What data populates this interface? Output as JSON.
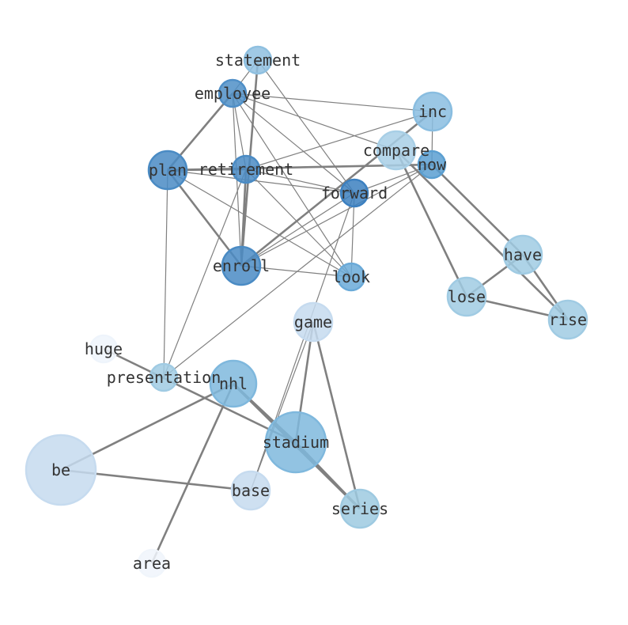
{
  "title": "word co-occurrence network",
  "edge_color": "#808080",
  "label_color": "#333333",
  "nodes": [
    {
      "id": "statement",
      "label": "statement",
      "color": "#8fc0e0"
    },
    {
      "id": "employee",
      "label": "employee",
      "color": "#4f8fc7"
    },
    {
      "id": "inc",
      "label": "inc",
      "color": "#89bde0"
    },
    {
      "id": "compare",
      "label": "compare",
      "color": "#a8cfe6"
    },
    {
      "id": "now",
      "label": "now",
      "color": "#5b9fd1"
    },
    {
      "id": "plan",
      "label": "plan",
      "color": "#4a8bc4"
    },
    {
      "id": "retirement",
      "label": "retirement",
      "color": "#4a8bc4"
    },
    {
      "id": "forward",
      "label": "forward",
      "color": "#3c80c0"
    },
    {
      "id": "enroll",
      "label": "enroll",
      "color": "#4a8bc4"
    },
    {
      "id": "look",
      "label": "look",
      "color": "#6aaad8"
    },
    {
      "id": "have",
      "label": "have",
      "color": "#a0cbe3"
    },
    {
      "id": "lose",
      "label": "lose",
      "color": "#a0cbe3"
    },
    {
      "id": "rise",
      "label": "rise",
      "color": "#a0cbe3"
    },
    {
      "id": "game",
      "label": "game",
      "color": "#c6dbef"
    },
    {
      "id": "huge",
      "label": "huge",
      "color": "#eef4fb"
    },
    {
      "id": "presentation",
      "label": "presentation",
      "color": "#a0cbe3"
    },
    {
      "id": "nhl",
      "label": "nhl",
      "color": "#7fb8dd"
    },
    {
      "id": "stadium",
      "label": "stadium",
      "color": "#7fb8dd"
    },
    {
      "id": "be",
      "label": "be",
      "color": "#c6dbef"
    },
    {
      "id": "base",
      "label": "base",
      "color": "#c6dbef"
    },
    {
      "id": "series",
      "label": "series",
      "color": "#9ecae1"
    },
    {
      "id": "area",
      "label": "area",
      "color": "#f0f5fb"
    }
  ],
  "edges": [
    [
      "statement",
      "employee",
      1
    ],
    [
      "statement",
      "enroll",
      2
    ],
    [
      "statement",
      "forward",
      1
    ],
    [
      "employee",
      "inc",
      1
    ],
    [
      "employee",
      "plan",
      2
    ],
    [
      "employee",
      "retirement",
      1
    ],
    [
      "employee",
      "enroll",
      1
    ],
    [
      "employee",
      "forward",
      1
    ],
    [
      "employee",
      "look",
      1
    ],
    [
      "employee",
      "compare",
      1
    ],
    [
      "inc",
      "retirement",
      1
    ],
    [
      "inc",
      "enroll",
      2
    ],
    [
      "inc",
      "now",
      1
    ],
    [
      "compare",
      "lose",
      2
    ],
    [
      "compare",
      "rise",
      2
    ],
    [
      "now",
      "have",
      2
    ],
    [
      "plan",
      "retirement",
      2
    ],
    [
      "plan",
      "now",
      2
    ],
    [
      "plan",
      "forward",
      1
    ],
    [
      "plan",
      "enroll",
      2
    ],
    [
      "plan",
      "look",
      1
    ],
    [
      "plan",
      "presentation",
      1
    ],
    [
      "retirement",
      "enroll",
      2
    ],
    [
      "retirement",
      "look",
      1
    ],
    [
      "retirement",
      "forward",
      1
    ],
    [
      "retirement",
      "presentation",
      1
    ],
    [
      "now",
      "enroll",
      1
    ],
    [
      "now",
      "forward",
      1
    ],
    [
      "now",
      "presentation",
      1
    ],
    [
      "forward",
      "enroll",
      1
    ],
    [
      "forward",
      "look",
      1
    ],
    [
      "forward",
      "base",
      1
    ],
    [
      "enroll",
      "look",
      1
    ],
    [
      "have",
      "lose",
      2
    ],
    [
      "have",
      "rise",
      2
    ],
    [
      "lose",
      "rise",
      2
    ],
    [
      "game",
      "stadium",
      2
    ],
    [
      "game",
      "series",
      2
    ],
    [
      "game",
      "base",
      1
    ],
    [
      "huge",
      "stadium",
      2
    ],
    [
      "nhl",
      "be",
      2
    ],
    [
      "nhl",
      "area",
      2
    ],
    [
      "nhl",
      "series",
      3
    ],
    [
      "nhl",
      "stadium",
      2
    ],
    [
      "be",
      "base",
      2
    ],
    [
      "stadium",
      "series",
      2
    ]
  ]
}
